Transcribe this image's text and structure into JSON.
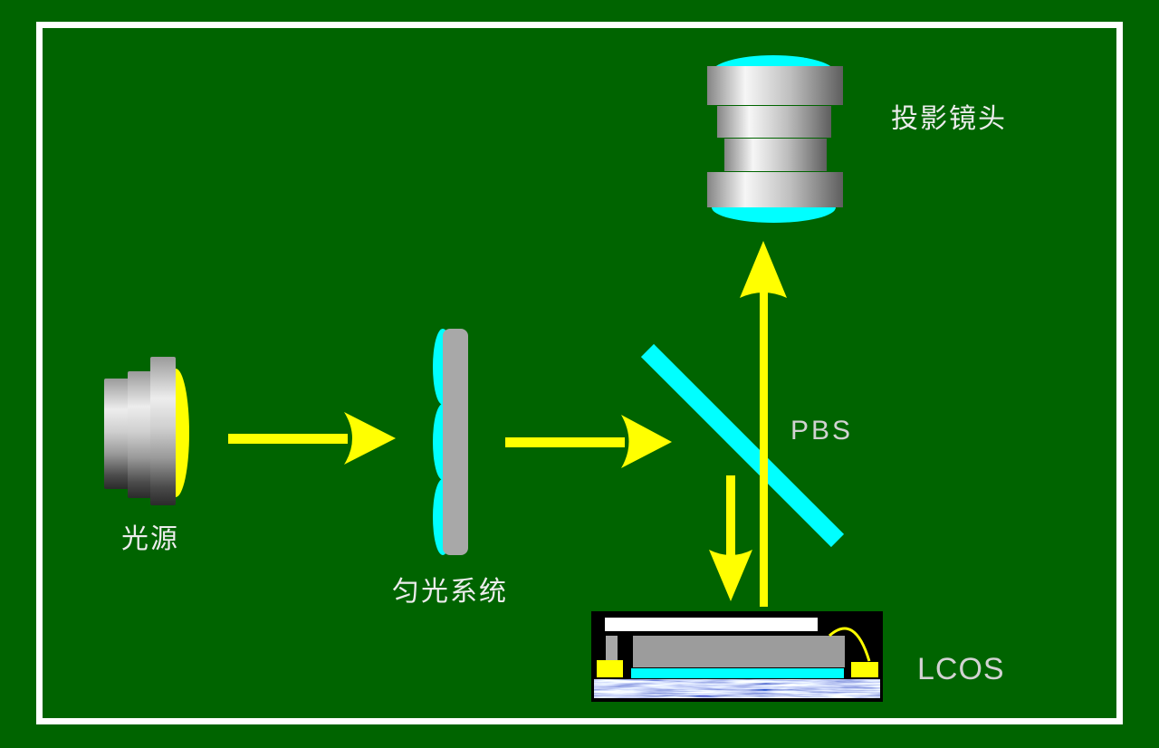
{
  "title": "LCOS projection optical path diagram",
  "colors": {
    "background_green": "#006400",
    "frame_white": "#ffffff",
    "beam_yellow": "#ffff00",
    "optic_cyan": "#00ffff",
    "metal_gray": "#a8a8a8",
    "label_white": "#ececec",
    "label_gray": "#d2d2d2"
  },
  "labels": {
    "light_source": "光源",
    "homogenizer": "匀光系统",
    "pbs": "PBS",
    "projection_lens": "投影镜头",
    "lcos": "LCOS"
  }
}
